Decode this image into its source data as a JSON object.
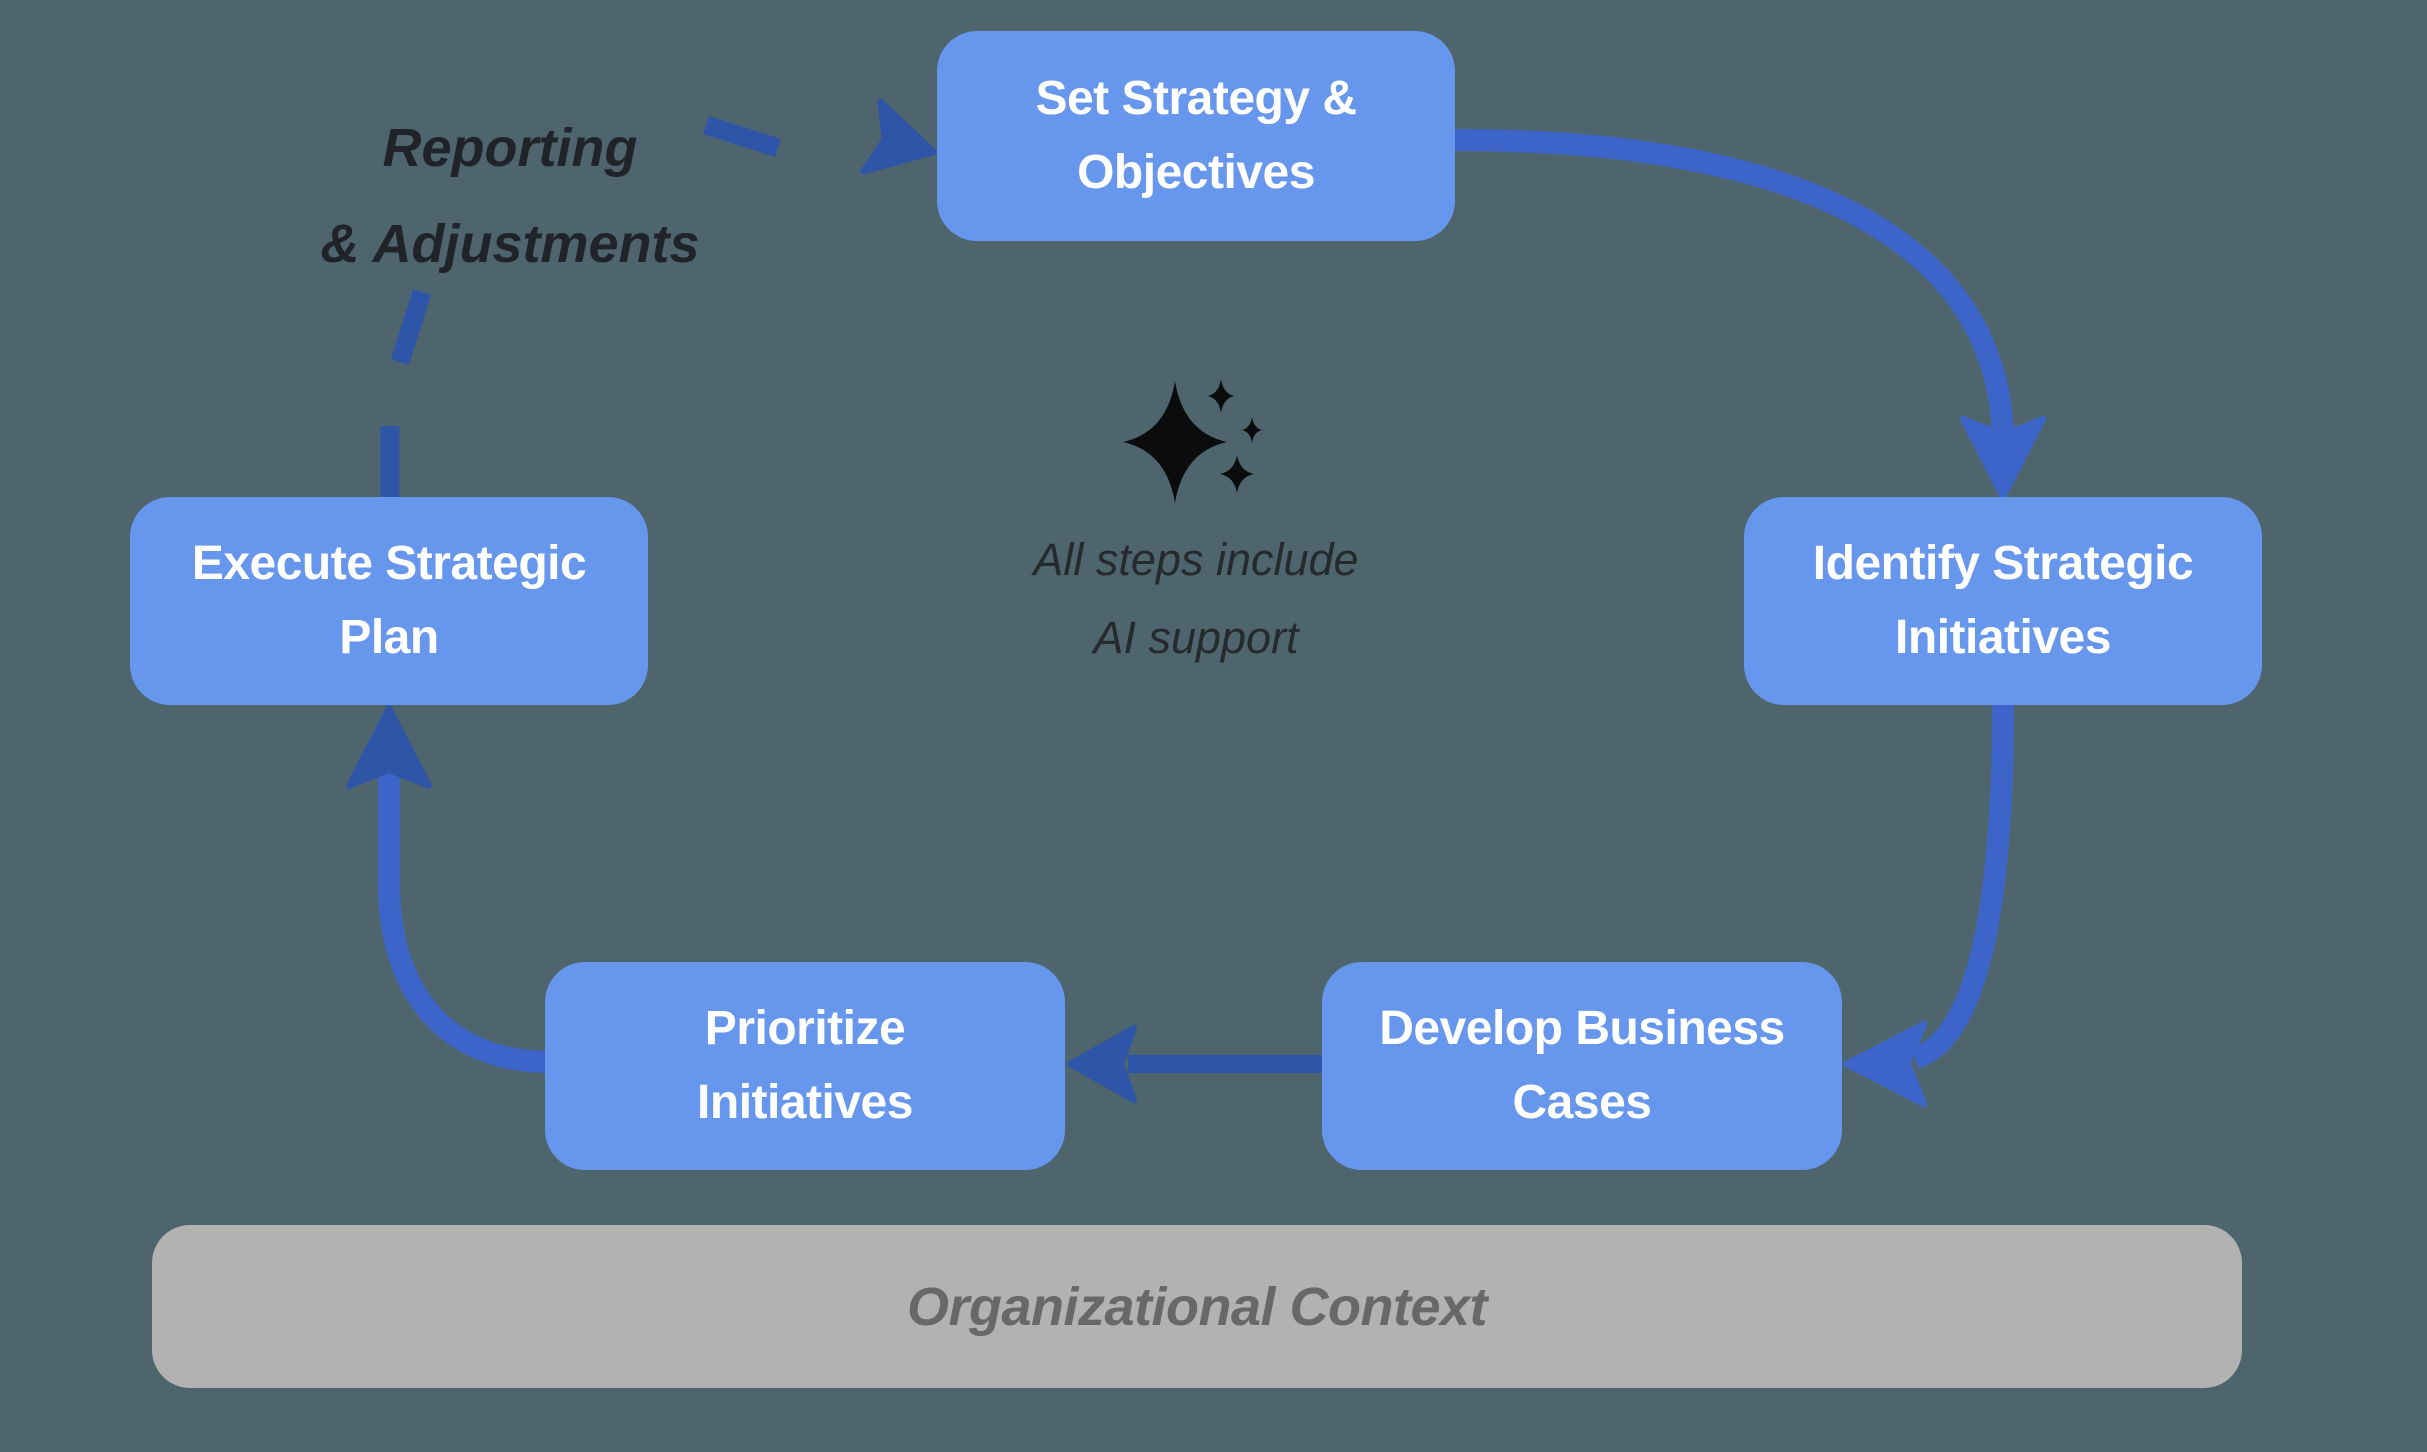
{
  "diagram": {
    "type": "cycle-flowchart",
    "nodes": [
      {
        "id": "set-strategy",
        "label": "Set Strategy &\nObjectives"
      },
      {
        "id": "identify-initiatives",
        "label": "Identify Strategic\nInitiatives"
      },
      {
        "id": "develop-cases",
        "label": "Develop Business\nCases"
      },
      {
        "id": "prioritize-initiatives",
        "label": "Prioritize\nInitiatives"
      },
      {
        "id": "execute-plan",
        "label": "Execute Strategic\nPlan"
      }
    ],
    "edges": [
      "set-strategy -> identify-initiatives",
      "identify-initiatives -> develop-cases",
      "develop-cases -> prioritize-initiatives",
      "prioritize-initiatives -> execute-plan",
      "execute-plan -> set-strategy (dashed feedback)"
    ],
    "feedback_label": "Reporting\n& Adjustments",
    "center_note": "All steps include\nAI support",
    "center_icon": "sparkles-icon",
    "context_bar_label": "Organizational Context"
  },
  "colors": {
    "bg": "#4e656e",
    "node": "#6697ec",
    "node_text": "#ffffff",
    "curve": "#3d65c9",
    "dark": "#2f55a8",
    "label_ink": "#20242a",
    "note_ink": "#26292e",
    "bar_bg": "#b2b2b2",
    "bar_ink": "#686868",
    "icon_ink": "#0b0c0e"
  }
}
